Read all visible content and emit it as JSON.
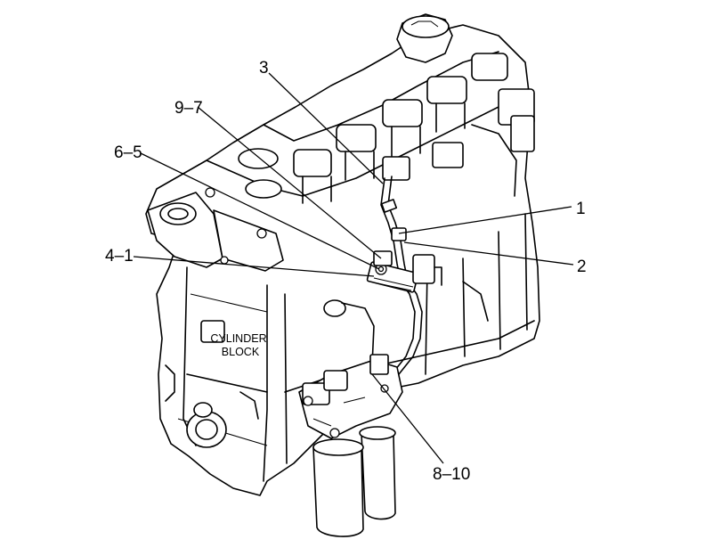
{
  "callouts": {
    "c1": "1",
    "c2": "2",
    "c3": "3",
    "c97": "9–7",
    "c65": "6–5",
    "c41": "4–1",
    "c810": "8–10"
  },
  "labels": {
    "cylinder": "CYLINDER",
    "block": "BLOCK"
  }
}
